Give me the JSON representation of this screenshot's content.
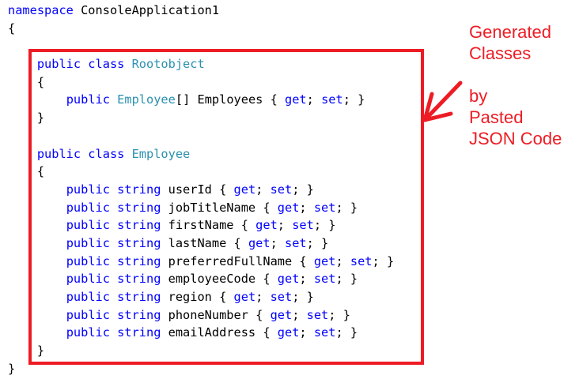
{
  "colors": {
    "keyword": "#0000ff",
    "type": "#2b91af",
    "text": "#000000",
    "annotation": "#ed1c24"
  },
  "code": [
    [
      [
        "kw",
        "namespace"
      ],
      [
        "tx",
        " ConsoleApplication1"
      ]
    ],
    [
      [
        "tx",
        "{"
      ]
    ],
    [],
    [
      [
        "tx",
        "    "
      ],
      [
        "kw",
        "public class"
      ],
      [
        "tx",
        " "
      ],
      [
        "ty",
        "Rootobject"
      ]
    ],
    [
      [
        "tx",
        "    {"
      ]
    ],
    [
      [
        "tx",
        "        "
      ],
      [
        "kw",
        "public"
      ],
      [
        "tx",
        " "
      ],
      [
        "ty",
        "Employee"
      ],
      [
        "tx",
        "[] Employees { "
      ],
      [
        "kw",
        "get"
      ],
      [
        "tx",
        "; "
      ],
      [
        "kw",
        "set"
      ],
      [
        "tx",
        "; }"
      ]
    ],
    [
      [
        "tx",
        "    }"
      ]
    ],
    [],
    [
      [
        "tx",
        "    "
      ],
      [
        "kw",
        "public class"
      ],
      [
        "tx",
        " "
      ],
      [
        "ty",
        "Employee"
      ]
    ],
    [
      [
        "tx",
        "    {"
      ]
    ],
    [
      [
        "tx",
        "        "
      ],
      [
        "kw",
        "public string"
      ],
      [
        "tx",
        " userId { "
      ],
      [
        "kw",
        "get"
      ],
      [
        "tx",
        "; "
      ],
      [
        "kw",
        "set"
      ],
      [
        "tx",
        "; }"
      ]
    ],
    [
      [
        "tx",
        "        "
      ],
      [
        "kw",
        "public string"
      ],
      [
        "tx",
        " jobTitleName { "
      ],
      [
        "kw",
        "get"
      ],
      [
        "tx",
        "; "
      ],
      [
        "kw",
        "set"
      ],
      [
        "tx",
        "; }"
      ]
    ],
    [
      [
        "tx",
        "        "
      ],
      [
        "kw",
        "public string"
      ],
      [
        "tx",
        " firstName { "
      ],
      [
        "kw",
        "get"
      ],
      [
        "tx",
        "; "
      ],
      [
        "kw",
        "set"
      ],
      [
        "tx",
        "; }"
      ]
    ],
    [
      [
        "tx",
        "        "
      ],
      [
        "kw",
        "public string"
      ],
      [
        "tx",
        " lastName { "
      ],
      [
        "kw",
        "get"
      ],
      [
        "tx",
        "; "
      ],
      [
        "kw",
        "set"
      ],
      [
        "tx",
        "; }"
      ]
    ],
    [
      [
        "tx",
        "        "
      ],
      [
        "kw",
        "public string"
      ],
      [
        "tx",
        " preferredFullName { "
      ],
      [
        "kw",
        "get"
      ],
      [
        "tx",
        "; "
      ],
      [
        "kw",
        "set"
      ],
      [
        "tx",
        "; }"
      ]
    ],
    [
      [
        "tx",
        "        "
      ],
      [
        "kw",
        "public string"
      ],
      [
        "tx",
        " employeeCode { "
      ],
      [
        "kw",
        "get"
      ],
      [
        "tx",
        "; "
      ],
      [
        "kw",
        "set"
      ],
      [
        "tx",
        "; }"
      ]
    ],
    [
      [
        "tx",
        "        "
      ],
      [
        "kw",
        "public string"
      ],
      [
        "tx",
        " region { "
      ],
      [
        "kw",
        "get"
      ],
      [
        "tx",
        "; "
      ],
      [
        "kw",
        "set"
      ],
      [
        "tx",
        "; }"
      ]
    ],
    [
      [
        "tx",
        "        "
      ],
      [
        "kw",
        "public string"
      ],
      [
        "tx",
        " phoneNumber { "
      ],
      [
        "kw",
        "get"
      ],
      [
        "tx",
        "; "
      ],
      [
        "kw",
        "set"
      ],
      [
        "tx",
        "; }"
      ]
    ],
    [
      [
        "tx",
        "        "
      ],
      [
        "kw",
        "public string"
      ],
      [
        "tx",
        " emailAddress { "
      ],
      [
        "kw",
        "get"
      ],
      [
        "tx",
        "; "
      ],
      [
        "kw",
        "set"
      ],
      [
        "tx",
        "; }"
      ]
    ],
    [
      [
        "tx",
        "    }"
      ]
    ],
    [
      [
        "tx",
        "}"
      ]
    ]
  ],
  "annotation": {
    "lines": [
      "Generated",
      "Classes",
      "",
      "by",
      "Pasted",
      "JSON Code"
    ]
  }
}
